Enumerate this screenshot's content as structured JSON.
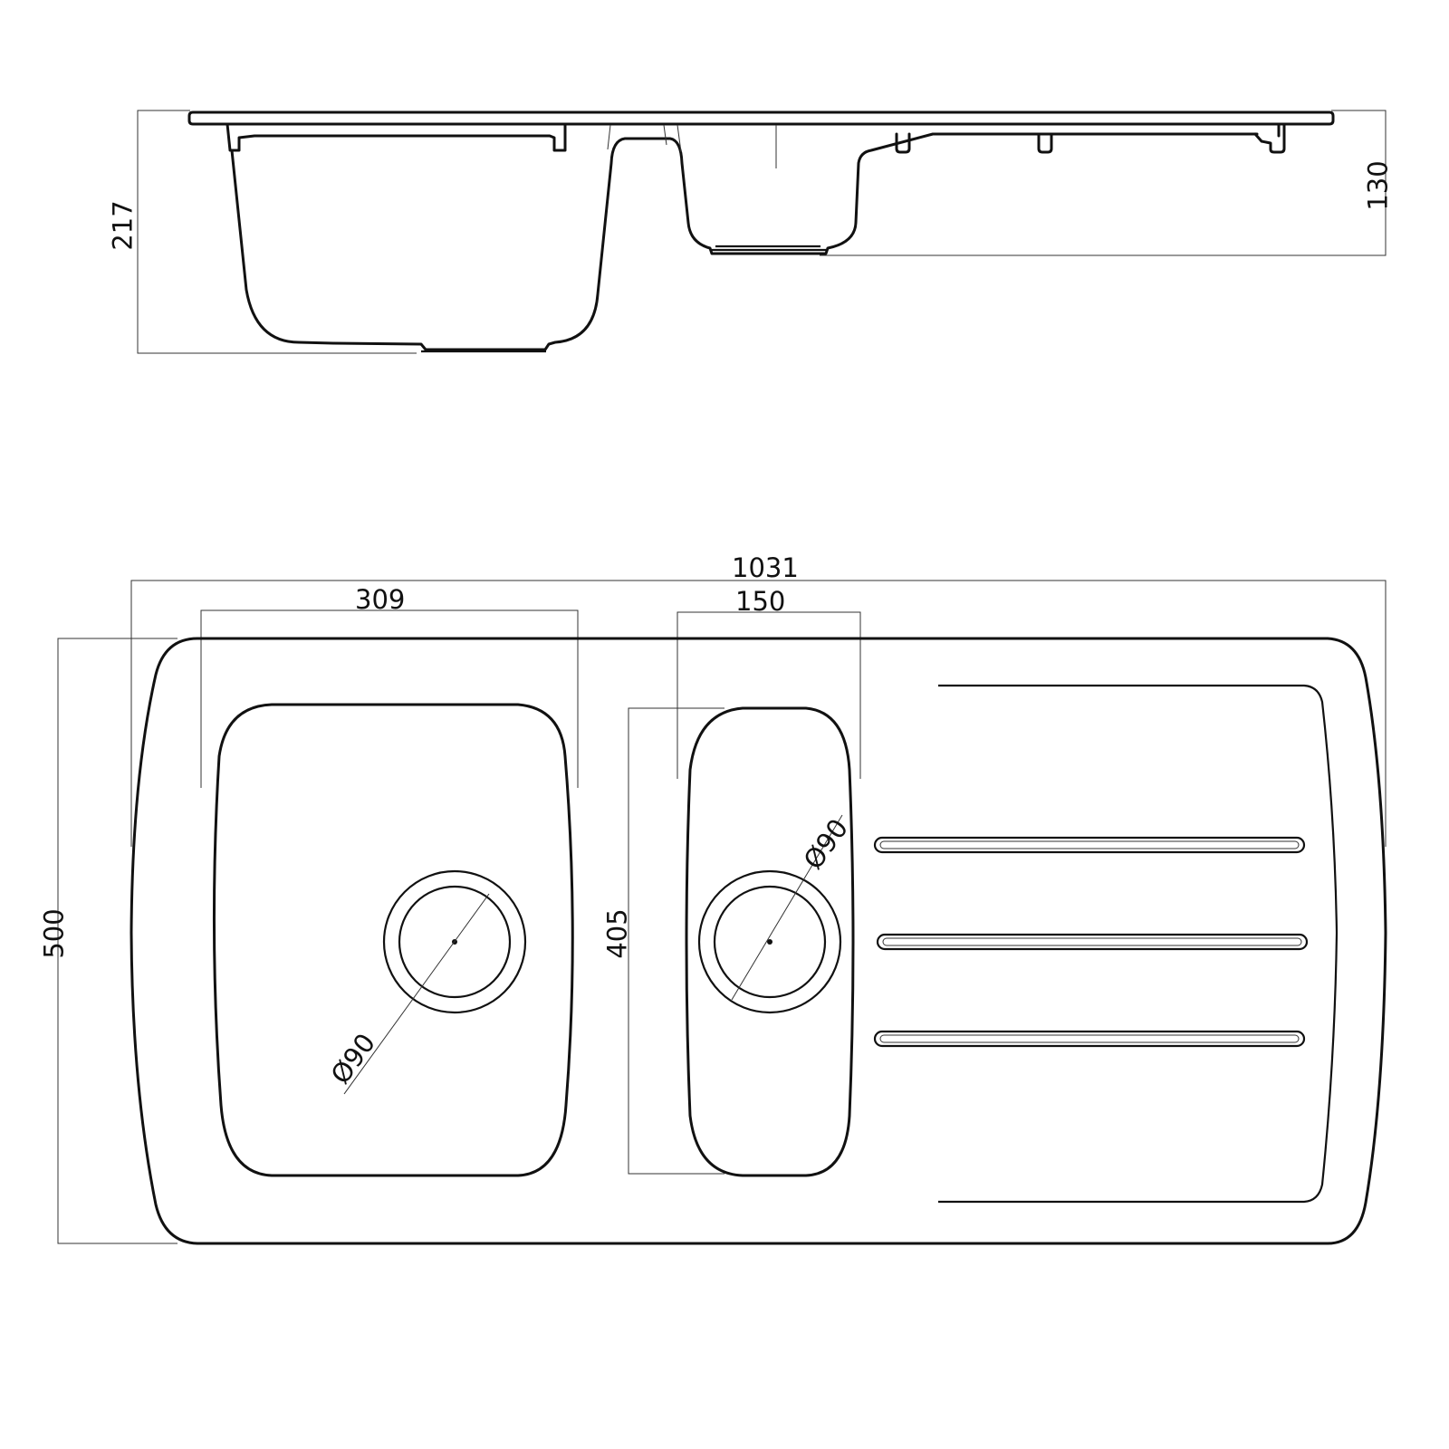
{
  "drawing": {
    "subject": "Kitchen sink 1.5 bowl with drainer",
    "units": "mm",
    "line_color": "#111111",
    "background": "#ffffff"
  },
  "side_view": {
    "dimensions": {
      "total_depth": "217",
      "small_bowl_depth": "130"
    }
  },
  "top_view": {
    "dimensions": {
      "overall_width": "1031",
      "overall_depth": "500",
      "main_bowl_width": "309",
      "half_bowl_width": "150",
      "half_bowl_length": "405",
      "main_waste_diameter": "Ø90",
      "half_waste_diameter": "Ø90"
    },
    "drainer": {
      "groove_count": 3
    }
  }
}
